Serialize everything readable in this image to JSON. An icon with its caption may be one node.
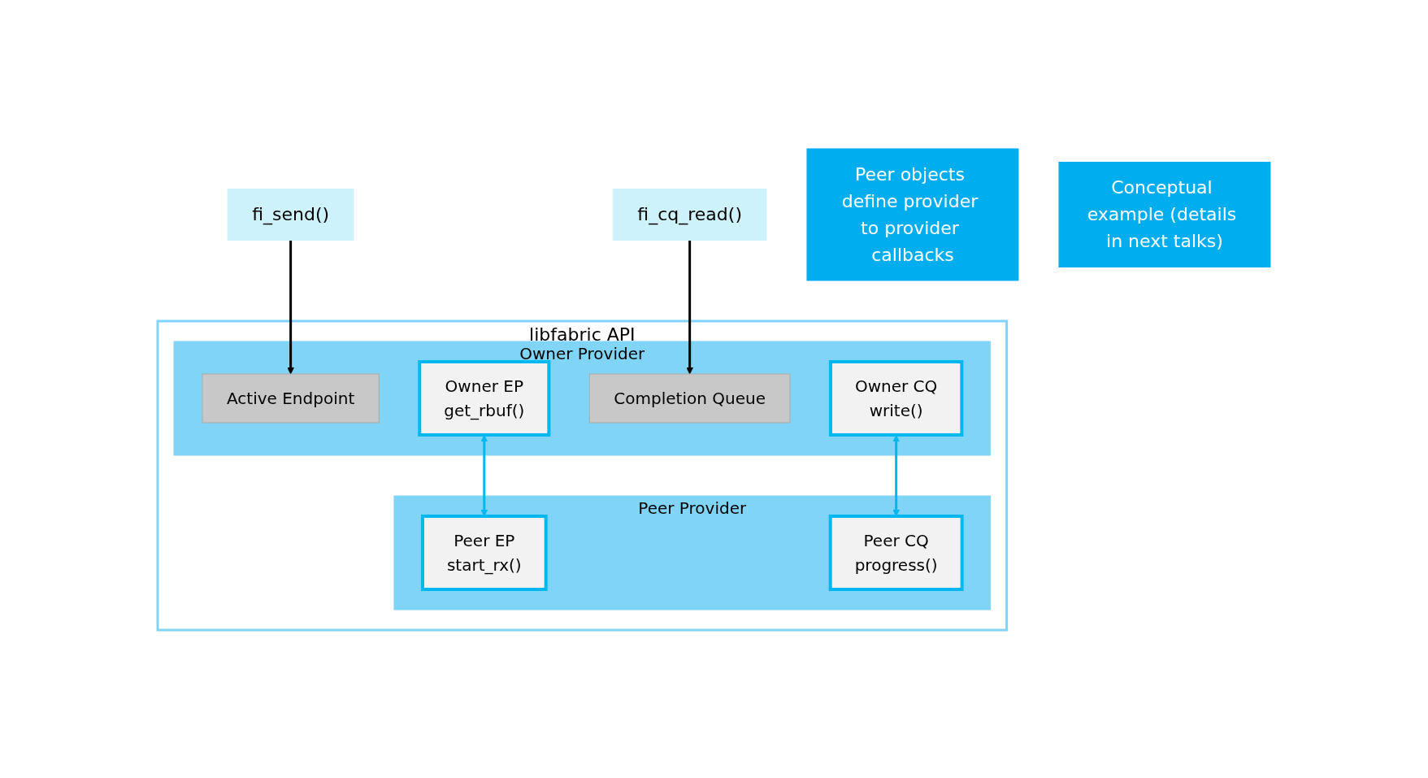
{
  "diagram": {
    "nodes": [
      {
        "text": [
          "fi_send()"
        ]
      },
      {
        "text": [
          "fi_cq_read()"
        ]
      },
      {
        "text": [
          "Peer objects define provider to provider callbacks"
        ]
      },
      {
        "text": [
          "libfabric API"
        ]
      },
      {
        "text": [
          "Owner Provider"
        ],
        "in": 3
      },
      {
        "text": [
          "Active Endpoint"
        ],
        "in": 4
      },
      {
        "text": [
          "Owner EP",
          "get_rbuf()"
        ],
        "in": 4
      },
      {
        "text": [
          "Completion Queue"
        ],
        "in": 4
      },
      {
        "text": [
          "Owner CQ",
          "write()"
        ],
        "in": 4
      },
      {
        "text": [
          "Peer Provider"
        ],
        "in": 3
      },
      {
        "text": [
          "Peer EP",
          "start_rx()"
        ],
        "in": 9
      },
      {
        "text": [
          "Peer CQ",
          "progress()"
        ],
        "in": 9
      },
      {
        "text": [
          "Conceptual example (details in next talks)"
        ]
      }
    ],
    "edges": [
      {
        "from": 0,
        "to": 5,
        "arrow": "to"
      },
      {
        "from": 1,
        "to": 7,
        "arrow": "to"
      },
      {
        "from": 6,
        "to": 10,
        "arrow": "both",
        "color": "#00b8f0"
      },
      {
        "from": 8,
        "to": 11,
        "arrow": "both",
        "color": "#00b8f0"
      }
    ]
  }
}
